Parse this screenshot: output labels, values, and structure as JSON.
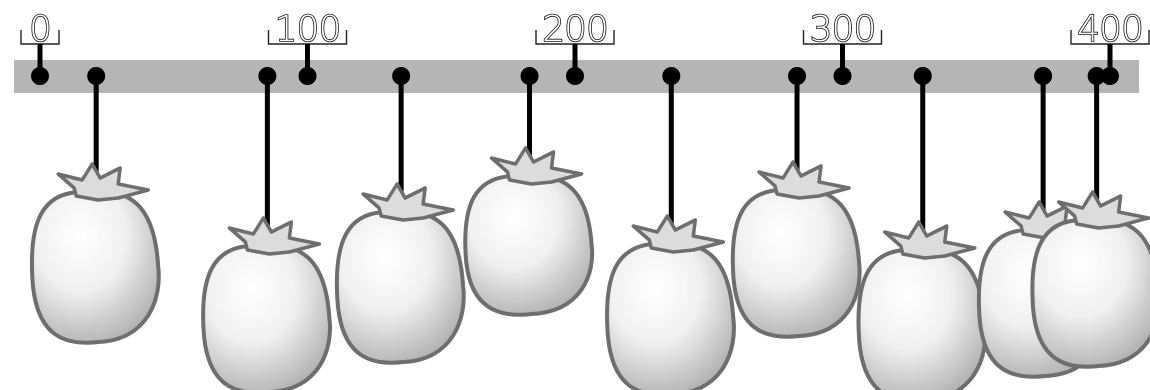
{
  "ruler": {
    "ticks": [
      {
        "value": 0,
        "label": "0"
      },
      {
        "value": 100,
        "label": "100"
      },
      {
        "value": 200,
        "label": "200"
      },
      {
        "value": 300,
        "label": "300"
      },
      {
        "value": 400,
        "label": "400"
      }
    ],
    "min": 0,
    "max": 400,
    "bar_color": "#b5b5b5"
  },
  "fruits": [
    {
      "position": 21
    },
    {
      "position": 85
    },
    {
      "position": 135
    },
    {
      "position": 183
    },
    {
      "position": 236
    },
    {
      "position": 283
    },
    {
      "position": 330
    },
    {
      "position": 375
    },
    {
      "position": 395
    }
  ],
  "colors": {
    "fruit_outline": "#6e6e6e",
    "fruit_fill_light": "#ffffff",
    "fruit_fill_dark": "#a8a8a8",
    "pin": "#000000"
  }
}
